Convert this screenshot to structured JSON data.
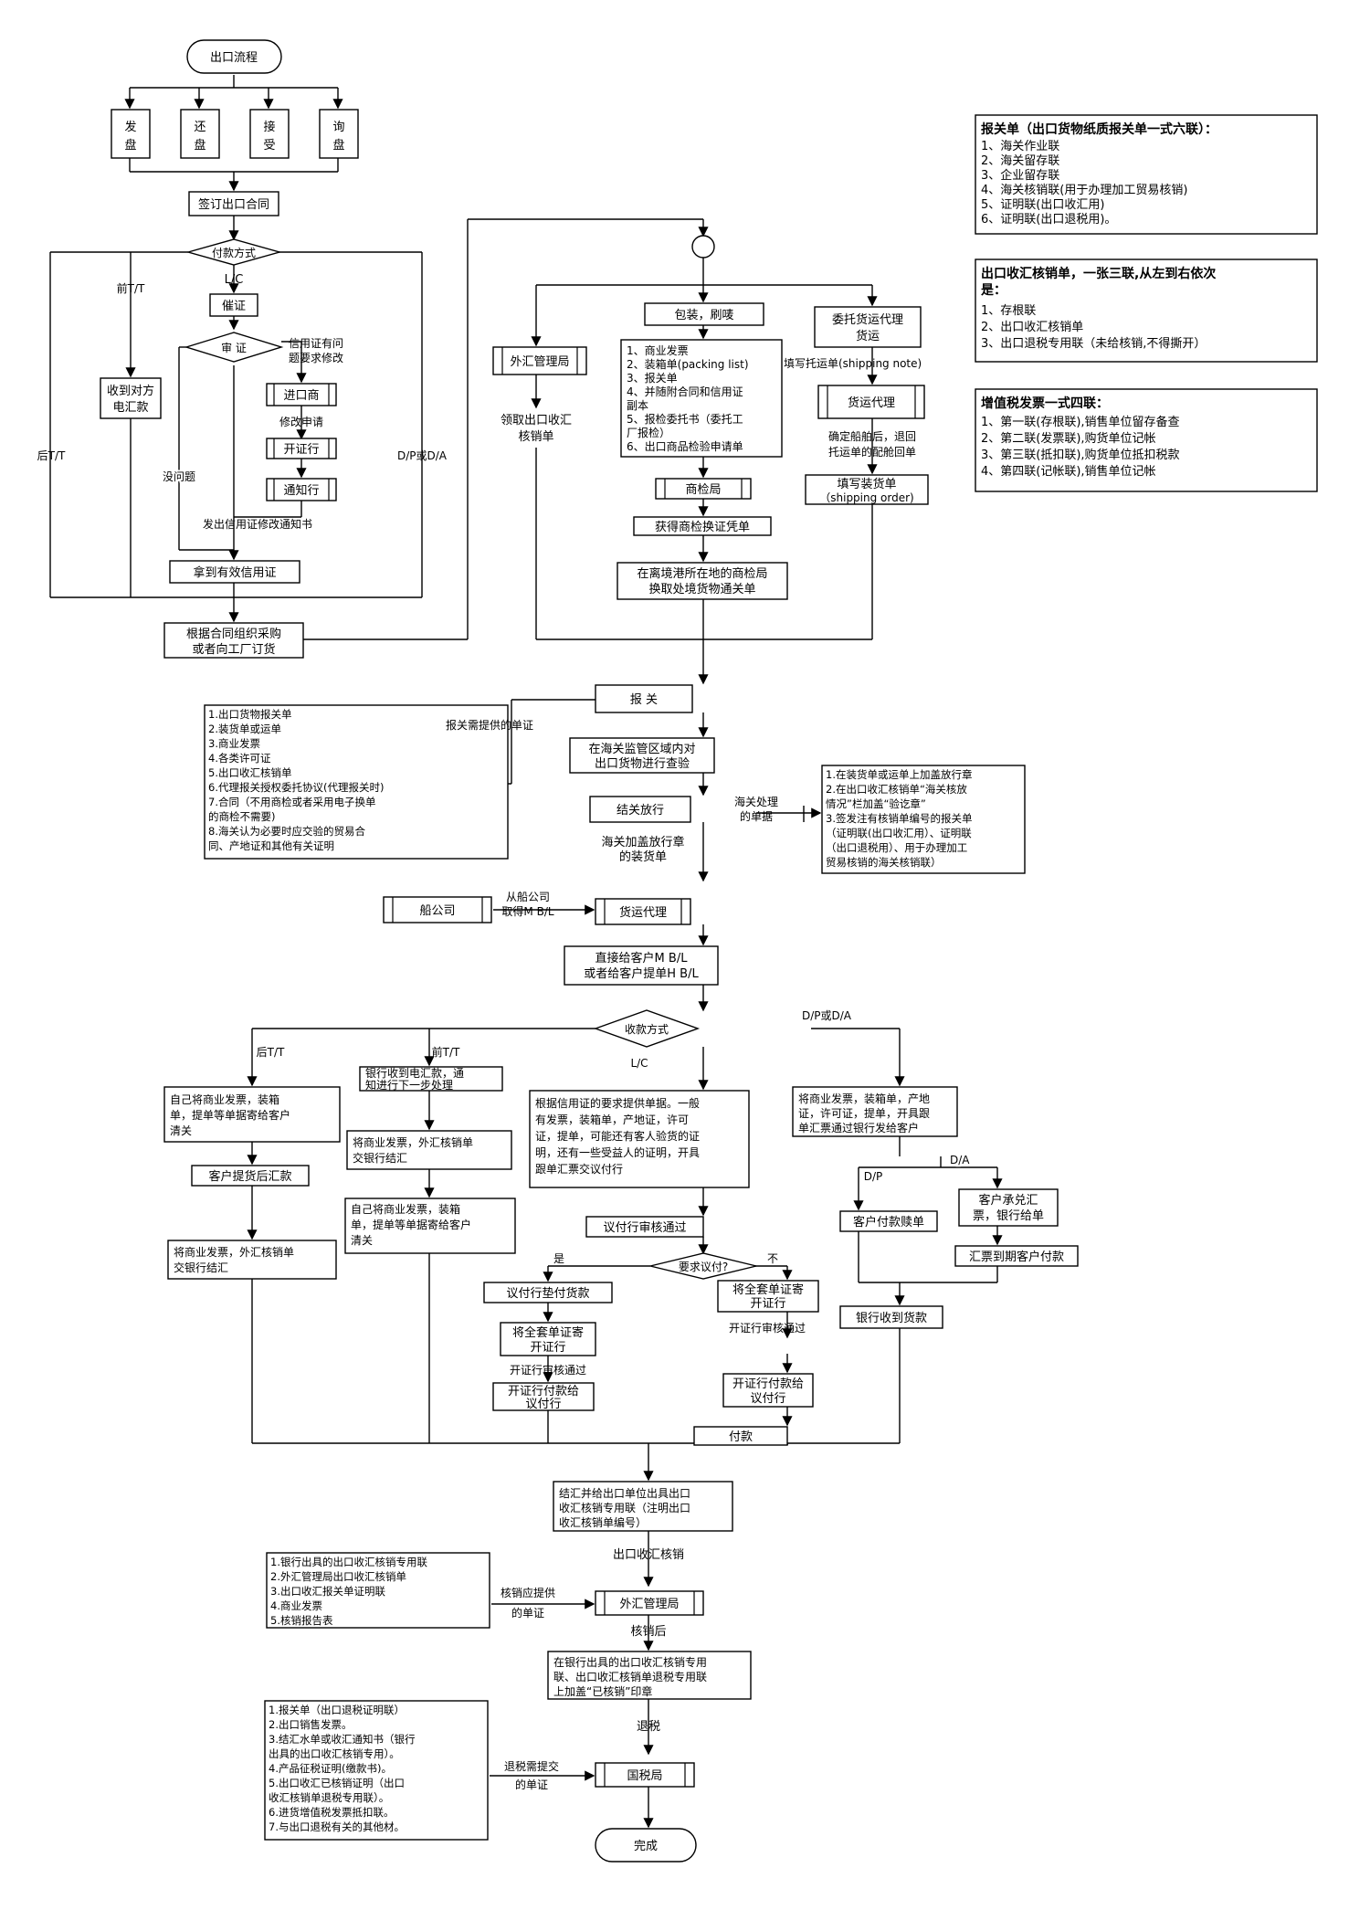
{
  "start": "出口流程",
  "end": "完成",
  "nego": [
    "发盘",
    "还盘",
    "接受",
    "询盘"
  ],
  "sign_contract": "签订出口合同",
  "payment_method": "付款方式",
  "lc": "L/C",
  "pre_tt": "前T/T",
  "post_tt": "后T/T",
  "dpda": "D/P或D/A",
  "prepare_lc": "催证",
  "review_lc": "审 证",
  "lc_issue_note": [
    "信用证有问",
    "题要求修改"
  ],
  "importer": "进口商",
  "amend_request": "修改申请",
  "issuing_bank": "开证行",
  "advising_bank": "通知行",
  "amend_notice": "发出信用证修改通知书",
  "no_problem": "没问题",
  "receive_tt": [
    "收到对方",
    "电汇款"
  ],
  "valid_lc": "拿到有效信用证",
  "procure": [
    "根据合同组织采购",
    "或者向工厂订货"
  ],
  "forex_bureau": "外汇管理局",
  "get_verification": [
    "领取出口收汇",
    "核销单"
  ],
  "packing": "包装，刷唛",
  "docs_list": [
    "1、商业发票",
    "2、装箱单(packing list)",
    "3、报关单",
    "4、并随附合同和信用证",
    "副本",
    "5、报检委托书（委托工",
    "厂报检）",
    "6、出口商品检验申请单"
  ],
  "inspection_bureau": "商检局",
  "get_inspection_cert": "获得商检换证凭单",
  "exchange_clearance": [
    "在离境港所在地的商检局",
    "换取处境货物通关单"
  ],
  "entrust_agent": [
    "委托货运代理",
    "货运"
  ],
  "fill_shipping_note": "填写托运单(shipping note)",
  "freight_agent": "货运代理",
  "confirm_ship": [
    "确定船舶后，退回",
    "托运单的配舱回单"
  ],
  "shipping_order": [
    "填写装货单",
    "（shipping order)"
  ],
  "declare": "报 关",
  "declare_docs_label": "报关需提供的单证",
  "declare_docs": [
    "1.出口货物报关单",
    "2.装货单或运单",
    "3.商业发票",
    "4.各类许可证",
    "5.出口收汇核销单",
    "6.代理报关授权委托协议(代理报关时)",
    "7.合同（不用商检或者采用电子换单",
    "的商检不需要)",
    "8.海关认为必要时应交验的贸易合",
    "同、产地证和其他有关证明"
  ],
  "customs_inspect": [
    "在海关监管区域内对",
    "出口货物进行查验"
  ],
  "release": "结关放行",
  "customs_docs_label": [
    "海关处理",
    "的单据"
  ],
  "customs_docs": [
    "1.在装货单或运单上加盖放行章",
    "2.在出口收汇核销单“海关核放",
    "情况”栏加盖“验讫章”",
    "3.签发注有核销单编号的报关单",
    "（证明联(出口收汇用）、证明联",
    "（出口退税用）、用于办理加工",
    "贸易核销的海关核销联）"
  ],
  "stamped_bill": [
    "海关加盖放行章",
    "的装货单"
  ],
  "shipping_company": "船公司",
  "from_shipping": [
    "从船公司",
    "取得M B/L"
  ],
  "freight_agent2": "货运代理",
  "give_bl": [
    "直接给客户M B/L",
    "或者给客户提单H B/L"
  ],
  "collect_method": "收款方式",
  "post_tt_text": [
    "自己将商业发票，装箱",
    "单，提单等单据寄给客户",
    "清关"
  ],
  "customer_pays": "客户提货后汇款",
  "post_tt_settle": [
    "将商业发票，外汇核销单",
    "交银行结汇"
  ],
  "bank_receive": [
    "银行收到电汇款，通",
    "知进行下一步处理"
  ],
  "pre_tt_settle": [
    "将商业发票，外汇核销单",
    "交银行结汇"
  ],
  "pre_tt_send": [
    "自己将商业发票，装箱",
    "单，提单等单据寄给客户",
    "清关"
  ],
  "lc_docs": [
    "根据信用证的要求提供单据。一般",
    "有发票，装箱单，产地证，许可",
    "证，提单，可能还有客人验货的证",
    "明，还有一些受益人的证明，开具",
    "跟单汇票交议付行"
  ],
  "nego_approved": "议付行审核通过",
  "need_nego": "要求议付?",
  "yes": "是",
  "no": "不",
  "nego_pays": "议付行垫付货款",
  "send_docs_yes": [
    "将全套单证寄",
    "开证行"
  ],
  "issuer_approved_yes": "开证行审核通过",
  "issuer_pays_nego": [
    "开证行付款给",
    "议付行"
  ],
  "send_docs_no": [
    "将全套单证寄",
    "开证行"
  ],
  "issuer_approved_no": "开证行审核通过",
  "issuer_pays_nego2": [
    "开证行付款给",
    "议付行"
  ],
  "pay": "付款",
  "dpda_text": [
    "将商业发票，装箱单，产地",
    "证，许可证，提单，开具跟",
    "单汇票通过银行发给客户"
  ],
  "dp": "D/P",
  "da": "D/A",
  "customer_pays_dp": "客户付款赎单",
  "customer_accepts": [
    "客户承兑汇",
    "票，银行给单"
  ],
  "draft_due": "汇票到期客户付款",
  "bank_got_payment": "银行收到货款",
  "settle_issue": [
    "结汇并给出口单位出具出口",
    "收汇核销专用联（注明出口",
    "收汇核销单编号）"
  ],
  "export_verify": "出口收汇核销",
  "verify_docs": [
    "1.银行出具的出口收汇核销专用联",
    "2.外汇管理局出口收汇核销单",
    "3.出口收汇报关单证明联",
    "4.商业发票",
    "5.核销报告表"
  ],
  "verify_docs_label": [
    "核销应提供",
    "的单证"
  ],
  "forex_bureau2": "外汇管理局",
  "after_verify": "核销后",
  "stamp_verified": [
    "在银行出具的出口收汇核销专用",
    "联、出口收汇核销单退税专用联",
    "上加盖“已核销”印章"
  ],
  "tax_refund": "退税",
  "refund_docs": [
    "1.报关单（出口退税证明联）",
    "2.出口销售发票。",
    "3.结汇水单或收汇通知书（银行",
    "出具的出口收汇核销专用）。",
    "4.产品征税证明(缴款书)。",
    "5.出口收汇已核销证明（出口",
    "收汇核销单退税专用联）。",
    "6.进货增值税发票抵扣联。",
    "7.与出口退税有关的其他材。"
  ],
  "refund_docs_label": [
    "退税需提交",
    "的单证"
  ],
  "tax_bureau": "国税局",
  "note1": {
    "title": "报关单（出口货物纸质报关单一式六联）：",
    "items": [
      "1、海关作业联",
      "2、海关留存联",
      "3、企业留存联",
      "4、海关核销联(用于办理加工贸易核销)",
      "5、证明联(出口收汇用)",
      "6、证明联(出口退税用)。"
    ]
  },
  "note2": {
    "title": [
      "出口收汇核销单，一张三联,从左到右依次",
      "是："
    ],
    "items": [
      "1、存根联",
      "2、出口收汇核销单",
      "3、出口退税专用联（未给核销,不得撕开）"
    ]
  },
  "note3": {
    "title": "增值税发票一式四联：",
    "items": [
      "1、第一联(存根联),销售单位留存备查",
      "2、第二联(发票联),购货单位记帐",
      "3、第三联(抵扣联),购货单位抵扣税款",
      "4、第四联(记帐联),销售单位记帐"
    ]
  }
}
